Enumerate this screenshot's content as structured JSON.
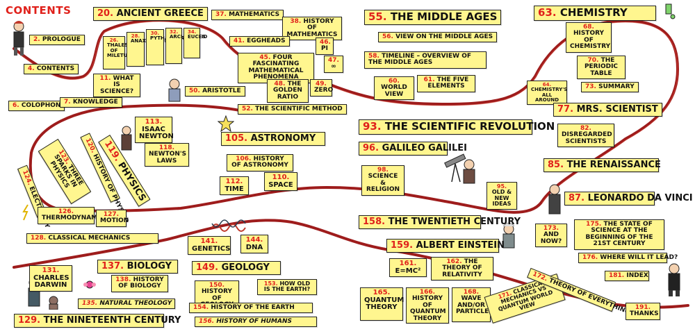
{
  "page_title": "CONTENTS",
  "entries": [
    {
      "n": "2.",
      "t": "PROLOGUE"
    },
    {
      "n": "4.",
      "t": "CONTENTS"
    },
    {
      "n": "6.",
      "t": "COLOPHON"
    },
    {
      "n": "7.",
      "t": "KNOWLEDGE"
    },
    {
      "n": "11.",
      "t": "WHAT IS SCIENCE?"
    },
    {
      "n": "20.",
      "t": "ANCIENT GREECE"
    },
    {
      "n": "26.",
      "t": "THALES OF MILETUS"
    },
    {
      "n": "28.",
      "t": "ANAXIMANDER"
    },
    {
      "n": "30.",
      "t": "PYTHAGORAS"
    },
    {
      "n": "32.",
      "t": "ARCHIMEDES"
    },
    {
      "n": "34.",
      "t": "EUCLID"
    },
    {
      "n": "37.",
      "t": "MATHEMATICS"
    },
    {
      "n": "38.",
      "t": "HISTORY OF MATHEMATICS"
    },
    {
      "n": "41.",
      "t": "EGGHEADS"
    },
    {
      "n": "45.",
      "t": "FOUR FASCINATING MATHEMATICAL PHENOMENA"
    },
    {
      "n": "46.",
      "t": "PI"
    },
    {
      "n": "47.",
      "t": "∞"
    },
    {
      "n": "48.",
      "t": "THE GOLDEN RATIO"
    },
    {
      "n": "49.",
      "t": "ZERO"
    },
    {
      "n": "50.",
      "t": "ARISTOTLE"
    },
    {
      "n": "52.",
      "t": "THE SCIENTIFIC METHOD"
    },
    {
      "n": "55.",
      "t": "THE MIDDLE AGES"
    },
    {
      "n": "56.",
      "t": "VIEW ON THE MIDDLE AGES"
    },
    {
      "n": "58.",
      "t": "TIMELINE – OVERVIEW OF THE MIDDLE AGES"
    },
    {
      "n": "60.",
      "t": "WORLD VIEW"
    },
    {
      "n": "61.",
      "t": "THE FIVE ELEMENTS"
    },
    {
      "n": "63.",
      "t": "CHEMISTRY"
    },
    {
      "n": "64.",
      "t": "CHEMISTRY'S ALL AROUND"
    },
    {
      "n": "68.",
      "t": "HISTORY OF CHEMISTRY"
    },
    {
      "n": "70.",
      "t": "THE PERIODIC TABLE"
    },
    {
      "n": "73.",
      "t": "SUMMARY"
    },
    {
      "n": "77.",
      "t": "MRS. SCIENTIST"
    },
    {
      "n": "82.",
      "t": "DISREGARDED SCIENTISTS"
    },
    {
      "n": "85.",
      "t": "THE RENAISSANCE"
    },
    {
      "n": "87.",
      "t": "LEONARDO DA VINCI"
    },
    {
      "n": "93.",
      "t": "THE SCIENTIFIC REVOLUTION"
    },
    {
      "n": "95.",
      "t": "OLD & NEW IDEAS"
    },
    {
      "n": "96.",
      "t": "GALILEO GALILEI"
    },
    {
      "n": "98.",
      "t": "SCIENCE & RELIGION"
    },
    {
      "n": "105.",
      "t": "ASTRONOMY"
    },
    {
      "n": "106.",
      "t": "HISTORY OF ASTRONOMY"
    },
    {
      "n": "110.",
      "t": "SPACE"
    },
    {
      "n": "112.",
      "t": "TIME"
    },
    {
      "n": "113.",
      "t": "ISAAC NEWTON"
    },
    {
      "n": "118.",
      "t": "NEWTON'S LAWS"
    },
    {
      "n": "119.",
      "t": "PHYSICS"
    },
    {
      "n": "120.",
      "t": "HISTORY OF PHYSICS"
    },
    {
      "n": "123.",
      "t": "THREE SPARKS IN PHYSICS"
    },
    {
      "n": "124.",
      "t": "ELECTRICITY"
    },
    {
      "n": "126.",
      "t": "THERMODYNAMICS"
    },
    {
      "n": "127.",
      "t": "MOTION"
    },
    {
      "n": "128.",
      "t": "CLASSICAL MECHANICS"
    },
    {
      "n": "129.",
      "t": "THE NINETEENTH CENTURY"
    },
    {
      "n": "131.",
      "t": "CHARLES DARWIN"
    },
    {
      "n": "135.",
      "t": "NATURAL THEOLOGY"
    },
    {
      "n": "137.",
      "t": "BIOLOGY"
    },
    {
      "n": "138.",
      "t": "HISTORY OF BIOLOGY"
    },
    {
      "n": "141.",
      "t": "GENETICS"
    },
    {
      "n": "144.",
      "t": "DNA"
    },
    {
      "n": "149.",
      "t": "GEOLOGY"
    },
    {
      "n": "150.",
      "t": "HISTORY OF GEOLOGY"
    },
    {
      "n": "153.",
      "t": "HOW OLD IS THE EARTH?"
    },
    {
      "n": "154.",
      "t": "HISTORY OF THE EARTH"
    },
    {
      "n": "156.",
      "t": "HISTORY OF HUMANS"
    },
    {
      "n": "158.",
      "t": "THE TWENTIETH CENTURY"
    },
    {
      "n": "159.",
      "t": "ALBERT EINSTEIN"
    },
    {
      "n": "161.",
      "t": "E=MC²"
    },
    {
      "n": "162.",
      "t": "THE THEORY OF RELATIVITY"
    },
    {
      "n": "165.",
      "t": "QUANTUM THEORY"
    },
    {
      "n": "166.",
      "t": "HISTORY OF QUANTUM THEORY"
    },
    {
      "n": "168.",
      "t": "WAVE AND/OR PARTICLE"
    },
    {
      "n": "171.",
      "t": "CLASSICAL MECHANICS VS QUANTUM WORLD VIEW"
    },
    {
      "n": "172.",
      "t": "THEORY OF EVERYTHING"
    },
    {
      "n": "173.",
      "t": "AND NOW?"
    },
    {
      "n": "175.",
      "t": "THE STATE OF SCIENCE AT THE BEGINNING OF THE 21ST CENTURY"
    },
    {
      "n": "176.",
      "t": "WHERE WILL IT LEAD?"
    },
    {
      "n": "181.",
      "t": "INDEX"
    },
    {
      "n": "191.",
      "t": "THANKS"
    }
  ],
  "colors": {
    "tag_fill": "#fff68f",
    "rope": "#9e1c1c",
    "number": "#e0211b",
    "ink": "#111111"
  }
}
